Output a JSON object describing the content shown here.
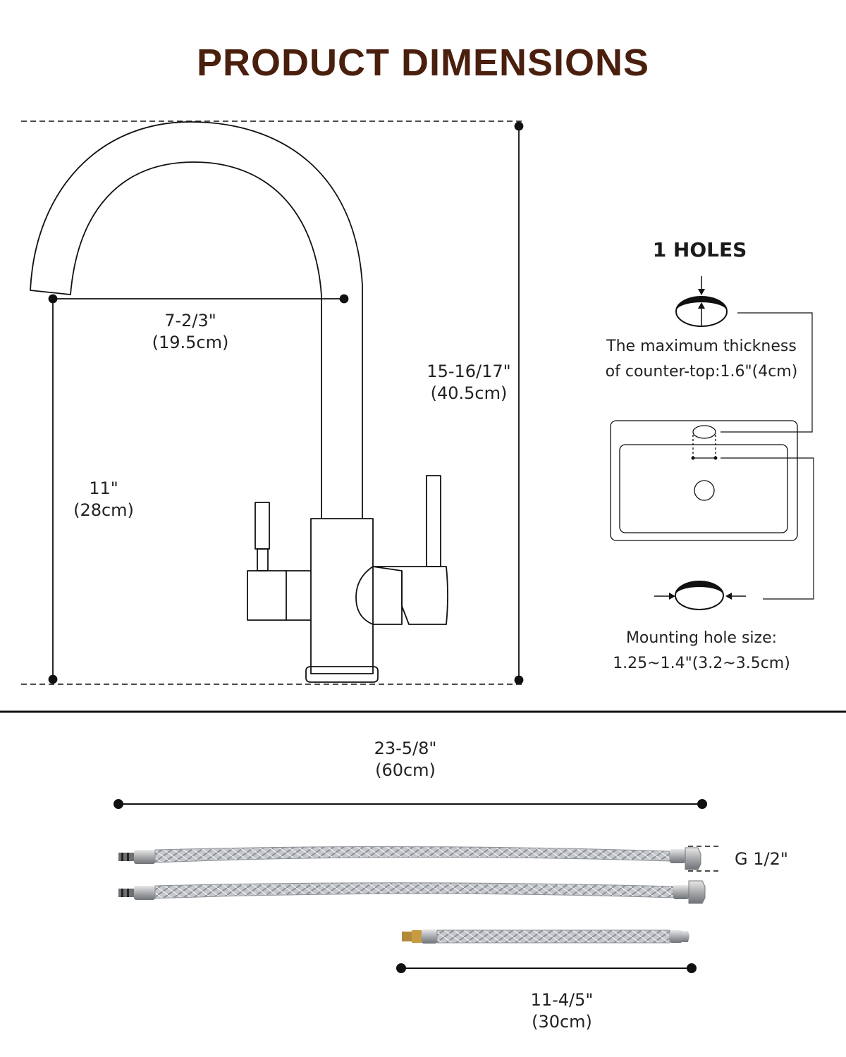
{
  "title": "PRODUCT DIMENSIONS",
  "dimensions": {
    "spout_reach": {
      "imperial": "7-2/3\"",
      "metric": "(19.5cm)"
    },
    "total_height": {
      "imperial": "15-16/17\"",
      "metric": "(40.5cm)"
    },
    "spout_height": {
      "imperial": "11\"",
      "metric": "(28cm)"
    }
  },
  "mounting": {
    "holes_title": "1 HOLES",
    "thickness_line1": "The maximum thickness",
    "thickness_line2": "of counter-top:1.6\"(4cm)",
    "hole_size_line1": "Mounting hole size:",
    "hole_size_line2": "1.25~1.4\"(3.2~3.5cm)"
  },
  "hoses": {
    "long_length": {
      "imperial": "23-5/8\"",
      "metric": "(60cm)"
    },
    "thread": "G 1/2\"",
    "short_length": {
      "imperial": "11-4/5\"",
      "metric": "(30cm)"
    }
  },
  "colors": {
    "title": "#4a1f0e",
    "line": "#111111",
    "hose": "#b9bcc0"
  }
}
